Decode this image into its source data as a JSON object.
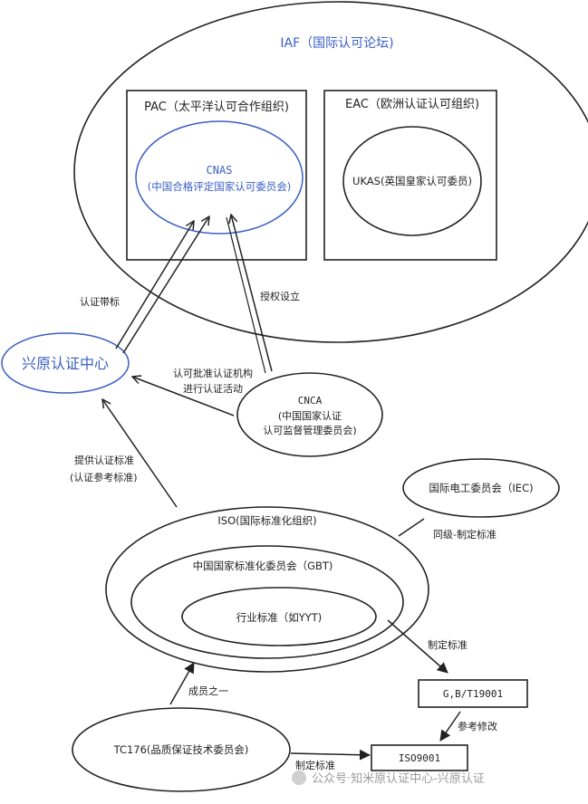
{
  "nodes": {
    "iaf": "IAF（国际认可论坛)",
    "pac": "PAC（太平洋认可合作组织)",
    "eac": "EAC（欧洲认证认可组织)",
    "cnas_name": "CNAS",
    "cnas_full": "(中国合格评定国家认可委员会)",
    "ukas": "UKAS(英国皇家认可委员)",
    "xingyuan": "兴原认证中心",
    "cnca_name": "CNCA",
    "cnca_line1": "(中国国家认证",
    "cnca_line2": "认可监督管理委员会)",
    "iec": "国际电工委员会（IEC)",
    "iso": "ISO(国际标准化组织)",
    "gbt_committee": "中国国家标准化委员会（GBT)",
    "industry": "行业标准（如YYT)",
    "gbt19001": "G,B/T19001",
    "iso9001": "ISO9001",
    "tc176": "TC176(品质保证技术委员会)"
  },
  "edges": {
    "cert_mark": "认证带标",
    "authorize": "授权设立",
    "approve_line1": "认可批准认证机构",
    "approve_line2": "进行认证活动",
    "provide_line1": "提供认证标准",
    "provide_line2": "(认证参考标准)",
    "peer": "同级-制定标准",
    "make_std_1": "制定标准",
    "ref_modify": "参考修改",
    "member": "成员之一",
    "make_std_2": "制定标准"
  },
  "watermark": "公众号·知米原认证中心-兴原认证",
  "colors": {
    "ink": "#222222",
    "accent": "#3a5fc4"
  }
}
